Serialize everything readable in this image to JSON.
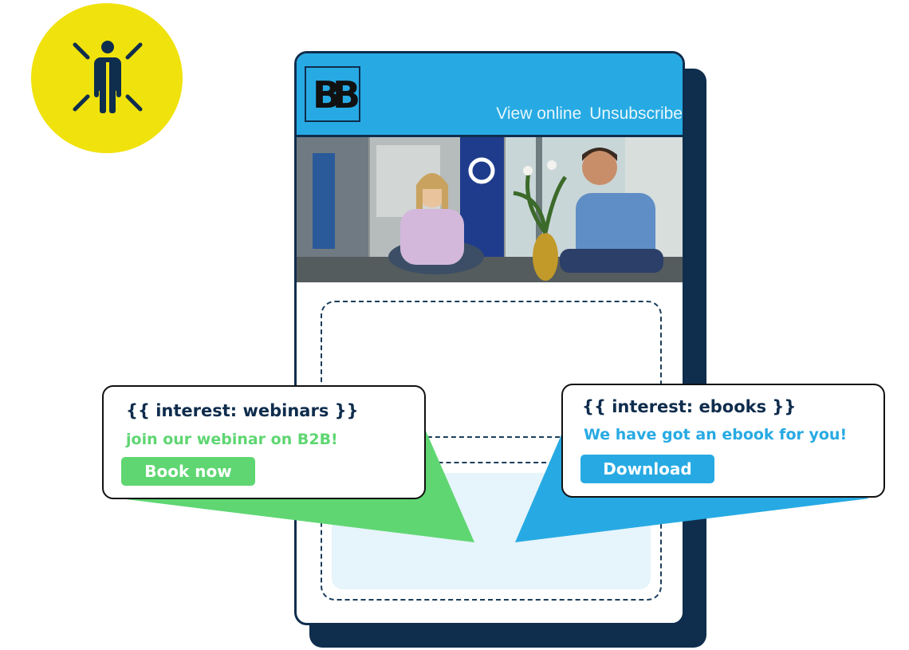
{
  "colors": {
    "badge": "#f0e20c",
    "navy": "#0f2d4d",
    "email_header": "#27aae3",
    "webinar_green": "#5fd672",
    "ebook_blue": "#27aae3",
    "placeholder_fill": "#e6f4fb"
  },
  "badge": {
    "icon": "person-radiating-icon"
  },
  "email": {
    "logo_text": "BB",
    "links": {
      "view_online": "View online",
      "unsubscribe": "Unsubscribe"
    },
    "hero_image": "office-conversation-photo"
  },
  "callouts": {
    "webinars": {
      "tag": "{{ interest: webinars }}",
      "message": "join our webinar on B2B!",
      "button": "Book now"
    },
    "ebooks": {
      "tag": "{{ interest: ebooks }}",
      "message": "We have got an ebook for you!",
      "button": "Download"
    }
  }
}
